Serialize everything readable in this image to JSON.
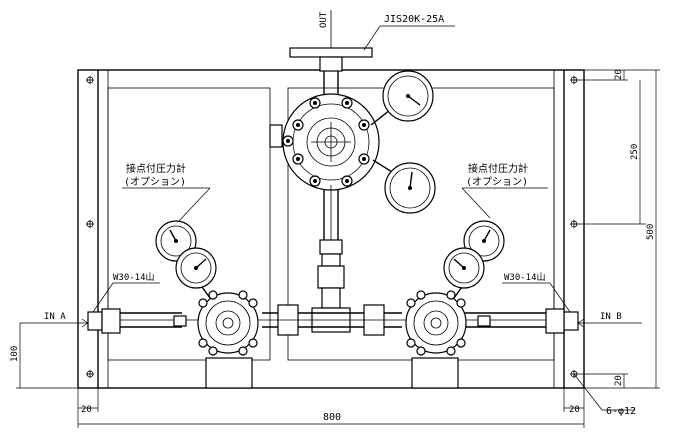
{
  "labels": {
    "out": "OUT",
    "flange_spec": "JIS20K-25A",
    "gauge_left_1": "接点付圧力計",
    "gauge_left_2": "(オプション)",
    "gauge_right_1": "接点付圧力計",
    "gauge_right_2": "(オプション)",
    "thread_left": "W30-14山",
    "thread_right": "W30-14山",
    "in_a": "IN A",
    "in_b": "IN B",
    "holes": "6-φ12"
  },
  "dimensions": {
    "top_offset": "20",
    "upper_height": "250",
    "total_height": "500",
    "bottom_offset": "20",
    "inlet_height": "100",
    "left_margin": "20",
    "right_margin": "20",
    "total_width": "800"
  }
}
